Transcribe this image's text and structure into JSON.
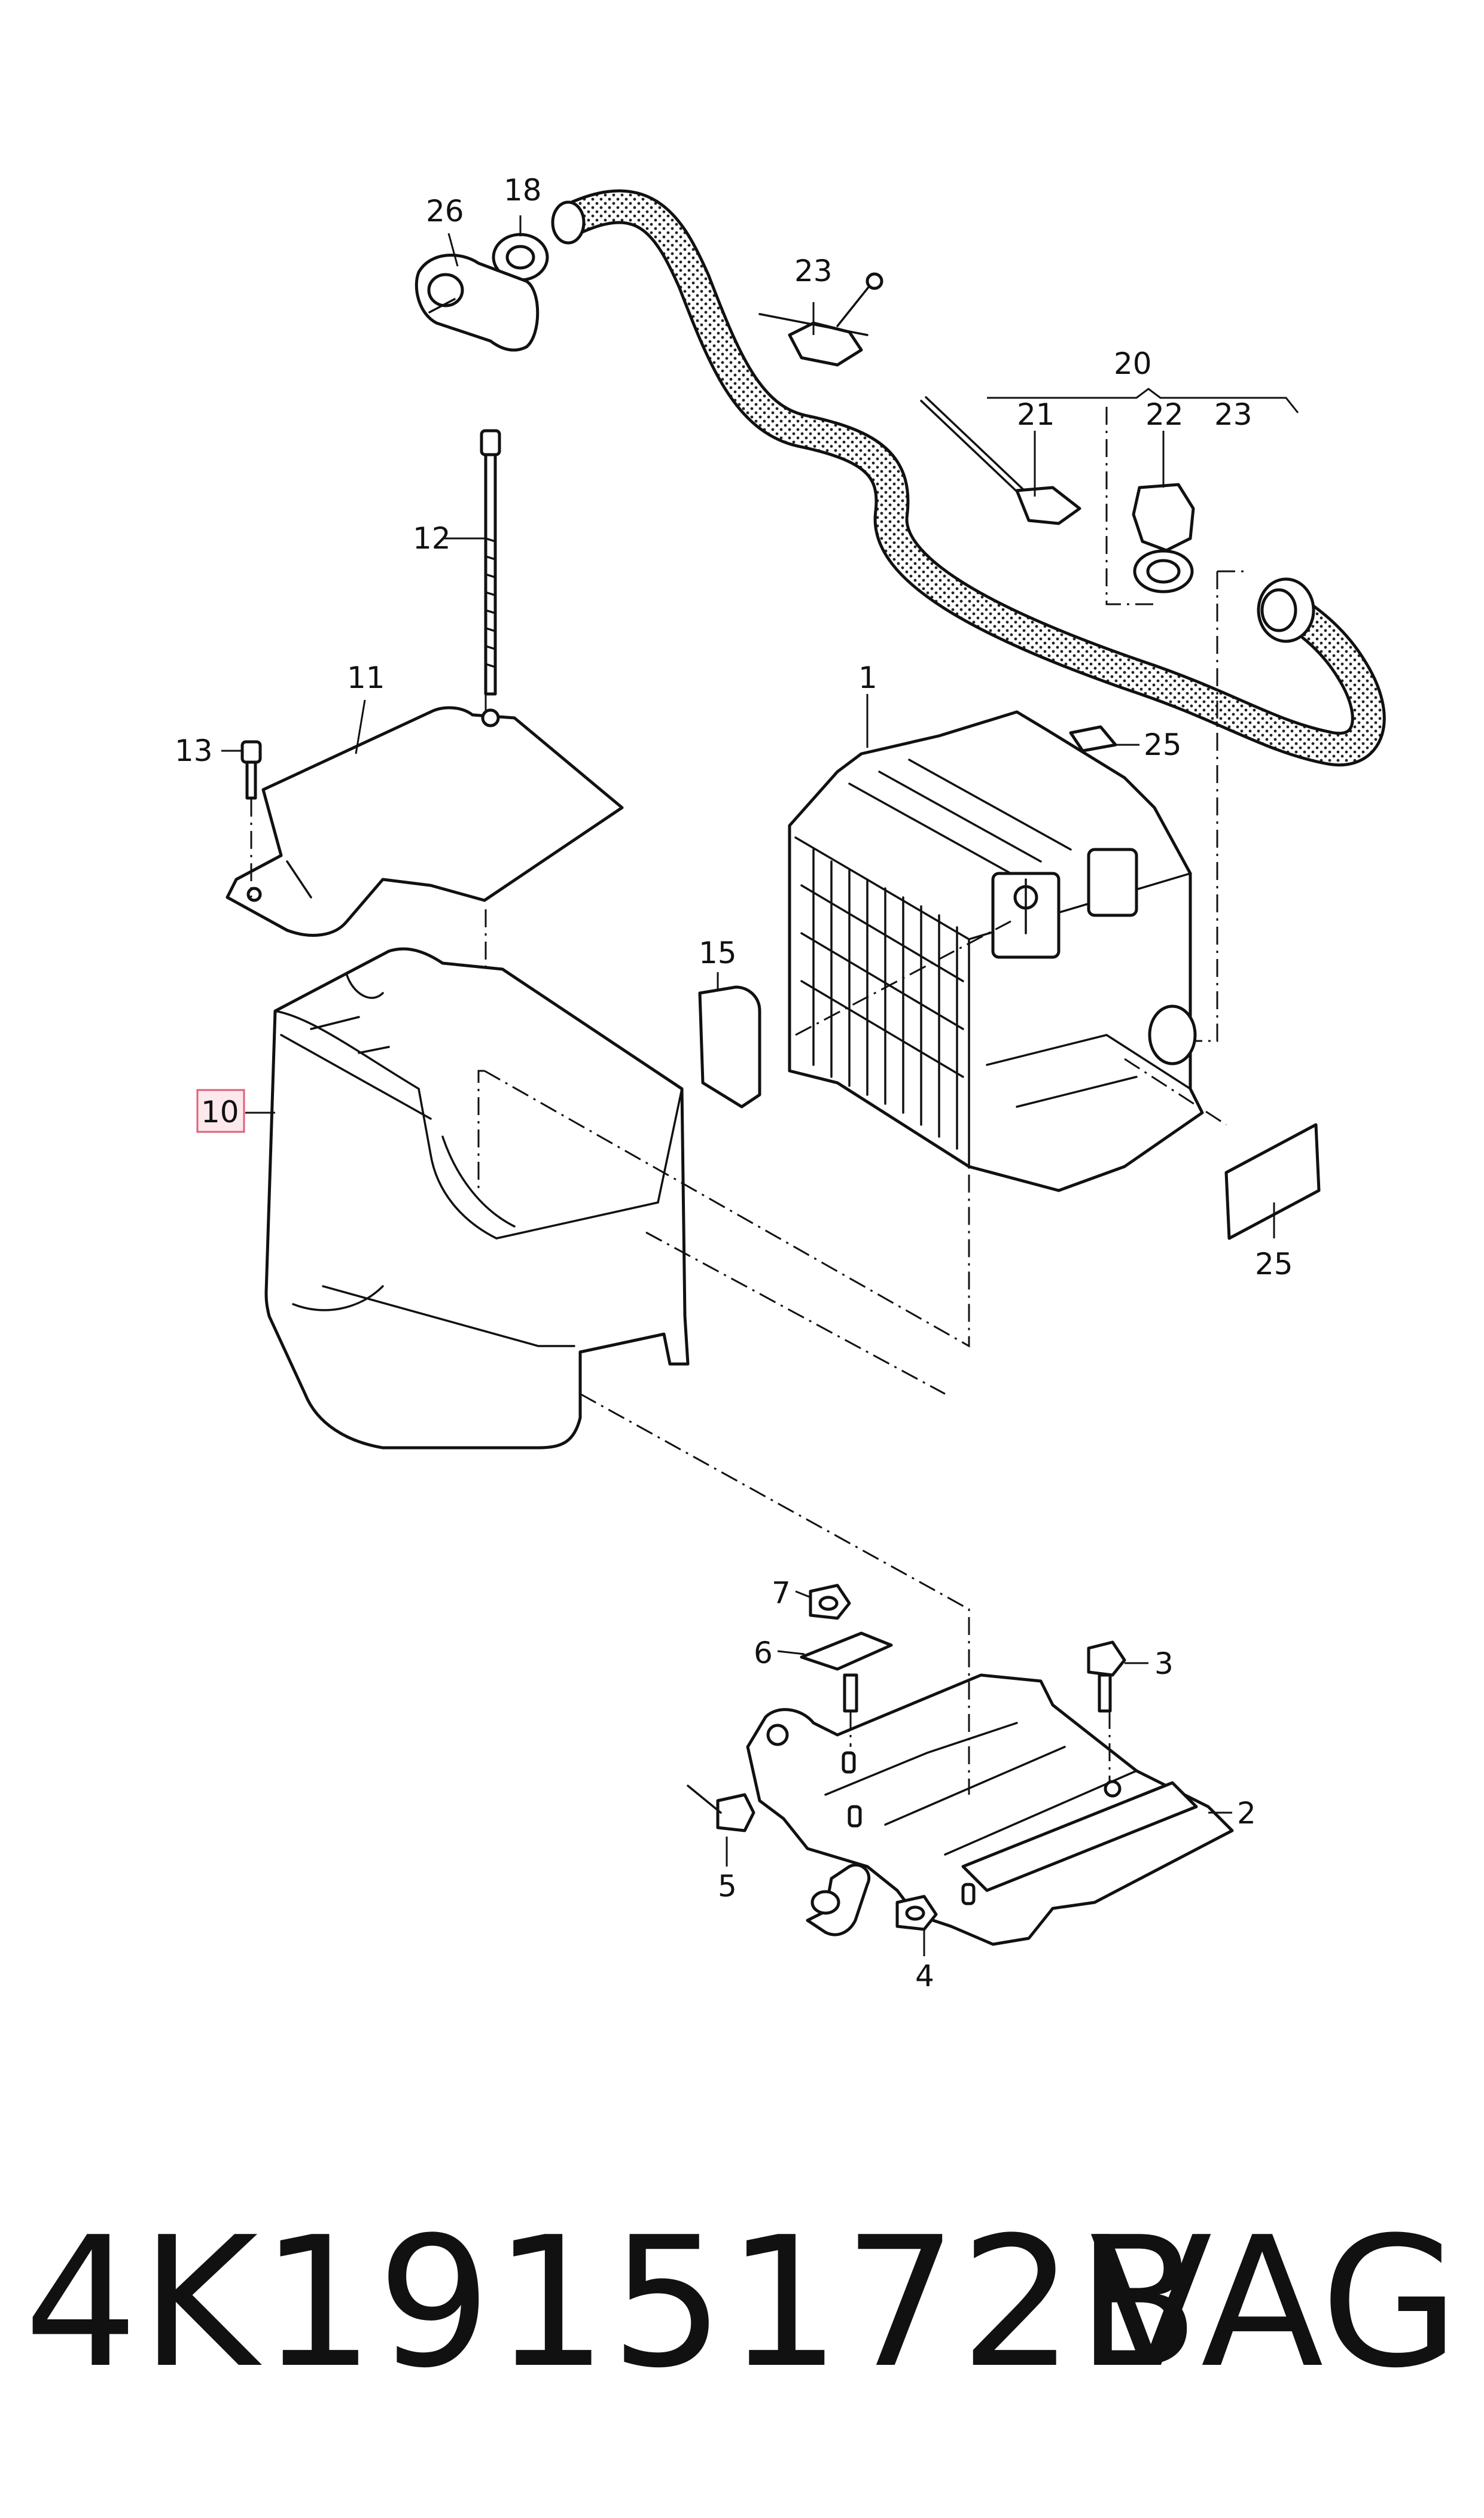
{
  "diagram": {
    "callouts": {
      "c1": "1",
      "c2": "2",
      "c3": "3",
      "c4": "4",
      "c5": "5",
      "c6": "6",
      "c7": "7",
      "c10": "10",
      "c11": "11",
      "c12": "12",
      "c13": "13",
      "c15": "15",
      "c18": "18",
      "c20": "20",
      "c21": "21",
      "c22": "22",
      "c23a": "23",
      "c23b": "23",
      "c25a": "25",
      "c25b": "25",
      "c26": "26"
    },
    "highlighted_callout": "10",
    "highlight_color": "#e0607a",
    "highlight_fill": "#fde8ec"
  },
  "caption": {
    "part_number": "4K1915172B",
    "brand": "VAG"
  }
}
